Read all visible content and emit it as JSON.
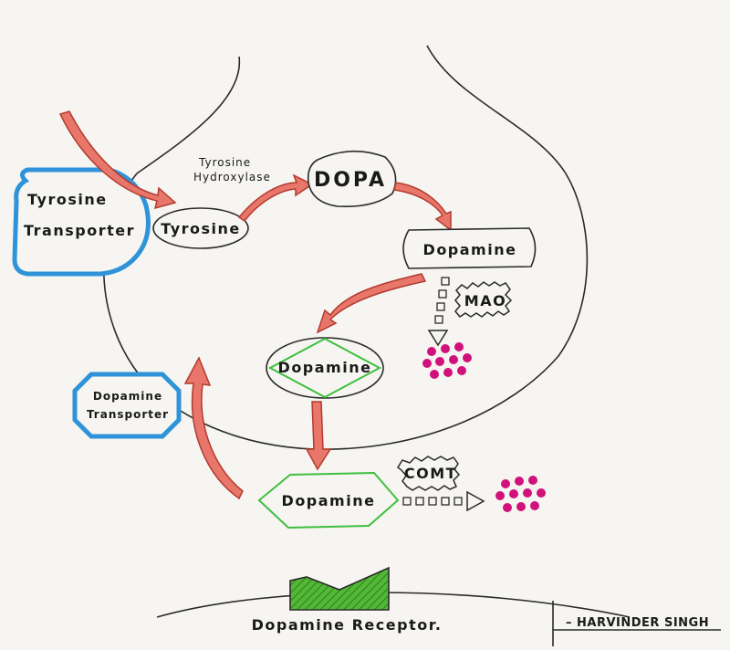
{
  "labels": {
    "tyrosine_transporter_line1": "Tyrosine",
    "tyrosine_transporter_line2": "Transporter",
    "enzyme_line1": "Tyrosine",
    "enzyme_line2": "Hydroxylase",
    "tyrosine": "Tyrosine",
    "dopa": "DOPA",
    "dopamine_synth": "Dopamine",
    "mao": "MAO",
    "dopamine_vesicle": "Dopamine",
    "dopamine_transporter_line1": "Dopamine",
    "dopamine_transporter_line2": "Transporter",
    "comt": "COMT",
    "dopamine_synaptic": "Dopamine",
    "dopamine_receptor": "Dopamine Receptor.",
    "signature": "HARVINDER SINGH"
  },
  "colors": {
    "outline": "#2a2a2a",
    "transporter_border": "#2f93d9",
    "arrow_fill": "#e8766a",
    "arrow_stroke": "#b33a2e",
    "green_accent": "#3fbf3f",
    "metabolite_dots": "#d0127a",
    "receptor_fill": "#52b836"
  }
}
